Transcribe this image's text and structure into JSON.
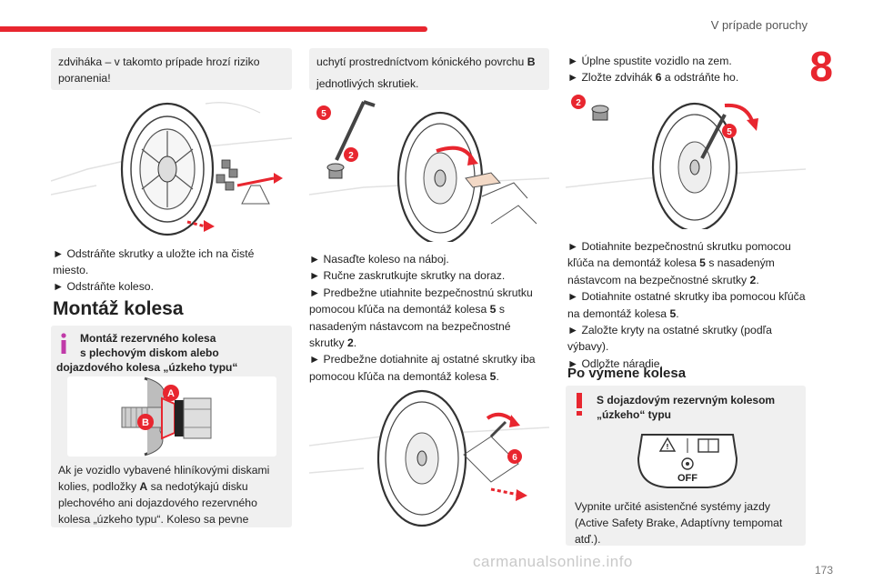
{
  "header": {
    "section_title": "V prípade poruchy",
    "chapter_number": "8",
    "page_number": "173"
  },
  "col1": {
    "box_text": "zdviháka – v takomto prípade hrozí riziko poranenia!",
    "step_remove_line1": "► Odstráňte skrutky a uložte ich na čisté",
    "step_remove_line2": "miesto.",
    "step_remove_line3": "► Odstráňte koleso.",
    "heading": "Montáž kolesa",
    "info_title_line1": "Montáž rezervného kolesa",
    "info_title_line2": "s plechovým diskom alebo",
    "info_title_line3": "dojazdového kolesa „úzkeho typu“",
    "label_a": "A",
    "label_b": "B",
    "info_body": [
      "Ak je vozidlo vybavené hliníkovými diskami",
      "kolies, podložky ",
      "A",
      " sa nedotýkajú disku",
      "plechového ani dojazdového rezervného",
      "kolesa „úzkeho typu“. Koleso sa pevne"
    ]
  },
  "col2": {
    "box_line1_a": "uchytí prostredníctvom kónického povrchu ",
    "box_line1_b": "B",
    "box_line2": "jednotlivých skrutiek.",
    "img1_label5": "5",
    "img1_label2": "2",
    "steps": [
      "► Nasaďte koleso na náboj.",
      "► Ručne zaskrutkujte skrutky na doraz.",
      "► Predbežne utiahnite bezpečnostnú skrutku",
      "pomocou kľúča na demontáž kolesa ",
      "5",
      " s",
      "nasadeným nástavcom na bezpečnostné",
      "skrutky ",
      "2",
      ".",
      "► Predbežne dotiahnite aj ostatné skrutky iba",
      "pomocou kľúča na demontáž kolesa ",
      "5",
      "."
    ],
    "img2_label6": "6"
  },
  "col3": {
    "top_step1": "► Úplne spustite vozidlo na zem.",
    "top_step2_a": "► Zložte zdvihák ",
    "top_step2_b": "6",
    "top_step2_c": " a odstráňte ho.",
    "img_label2": "2",
    "img_label5": "5",
    "steps": [
      "► Dotiahnite bezpečnostnú skrutku pomocou",
      "kľúča na demontáž kolesa ",
      "5",
      " s nasadeným",
      "nástavcom na bezpečnostné skrutky ",
      "2",
      ".",
      "► Dotiahnite ostatné skrutky iba pomocou kľúča",
      "na demontáž kolesa ",
      "5",
      ".",
      "► Založte kryty na ostatné skrutky (podľa",
      "výbavy).",
      "► Odložte náradie."
    ],
    "heading": "Po výmene kolesa",
    "warn_title_line1": "S dojazdovým rezervným kolesom",
    "warn_title_line2": "„úzkeho“ typu",
    "button_off_label": "OFF",
    "warn_body": [
      "Vypnite určité asistenčné systémy jazdy",
      "(Active Safety Brake, Adaptívny tempomat",
      "atď.)."
    ]
  },
  "watermark": "carmanualsonline.info",
  "colors": {
    "accent": "#e8262f",
    "info": "#c03aa8",
    "box": "#f0f0f0"
  }
}
